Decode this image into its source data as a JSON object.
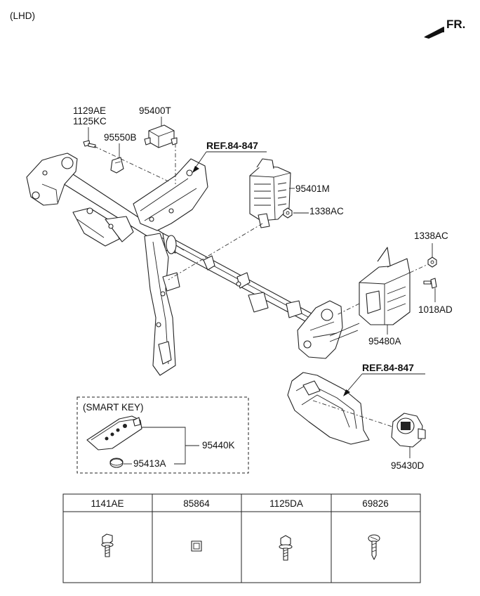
{
  "header": {
    "variant": "(LHD)",
    "direction": "FR."
  },
  "callouts": {
    "c_1129AE": "1129AE",
    "c_1125KC": "1125KC",
    "c_95400T": "95400T",
    "c_95550B": "95550B",
    "c_ref_top": "REF.84-847",
    "c_95401M": "95401M",
    "c_1338AC_a": "1338AC",
    "c_1338AC_b": "1338AC",
    "c_1018AD": "1018AD",
    "c_95480A": "95480A",
    "c_ref_bottom": "REF.84-847",
    "c_95430D": "95430D",
    "c_95440K": "95440K",
    "c_95413A": "95413A"
  },
  "smart_key_group": {
    "title": "(SMART KEY)"
  },
  "fastener_table": {
    "columns": [
      "1141AE",
      "85864",
      "1125DA",
      "69826"
    ],
    "icons": [
      "flange-bolt-icon",
      "square-plug-icon",
      "hex-bolt-icon",
      "tapping-screw-icon"
    ]
  }
}
